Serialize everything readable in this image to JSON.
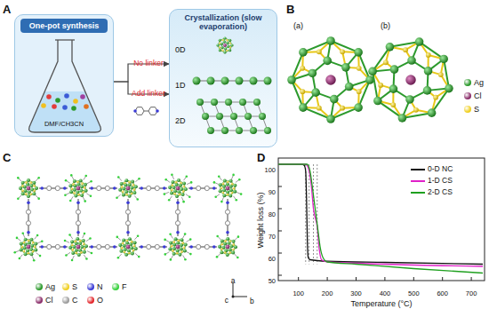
{
  "diagram": {
    "nodes": [
      {
        "text": [
          "One-pot synthesis"
        ]
      },
      {
        "text": [
          "Crystallization (slow evaporation)"
        ]
      }
    ],
    "edges": [
      {
        "from": 0,
        "to": 1,
        "label": "No linker",
        "arrow": "to"
      },
      {
        "from": 0,
        "to": 1,
        "label": "Add linker",
        "arrow": "to"
      }
    ],
    "labels": [
      "A",
      "DMF/CH3CN",
      "0D",
      "1D",
      "2D",
      "B",
      "(a)",
      "(b)",
      "C",
      "a",
      "c",
      "b",
      "D",
      "100",
      "90",
      "80",
      "70",
      "60",
      "50",
      "100",
      "200",
      "300",
      "400",
      "500",
      "600",
      "700",
      "Weight loss (%)",
      "Temperature (°C)"
    ],
    "legend": [
      {
        "text": "Ag",
        "color": "#2c9a2c"
      },
      {
        "text": "Cl",
        "color": "#8b2f6b"
      },
      {
        "text": "S",
        "color": "#f0d020"
      },
      {
        "text": "Ag",
        "color": "#2c9a2c"
      },
      {
        "text": "S",
        "color": "#f0d020"
      },
      {
        "text": "N",
        "color": "#3b3bd6"
      },
      {
        "text": "F",
        "color": "#36d13c"
      },
      {
        "text": "Cl",
        "color": "#8b2f6b"
      },
      {
        "text": "C",
        "color": "#9c9c9c"
      },
      {
        "text": "O",
        "color": "#e3262b"
      },
      {
        "text": "0-D NC"
      },
      {
        "text": "1-D CS"
      },
      {
        "text": "2-D CS"
      }
    ]
  }
}
